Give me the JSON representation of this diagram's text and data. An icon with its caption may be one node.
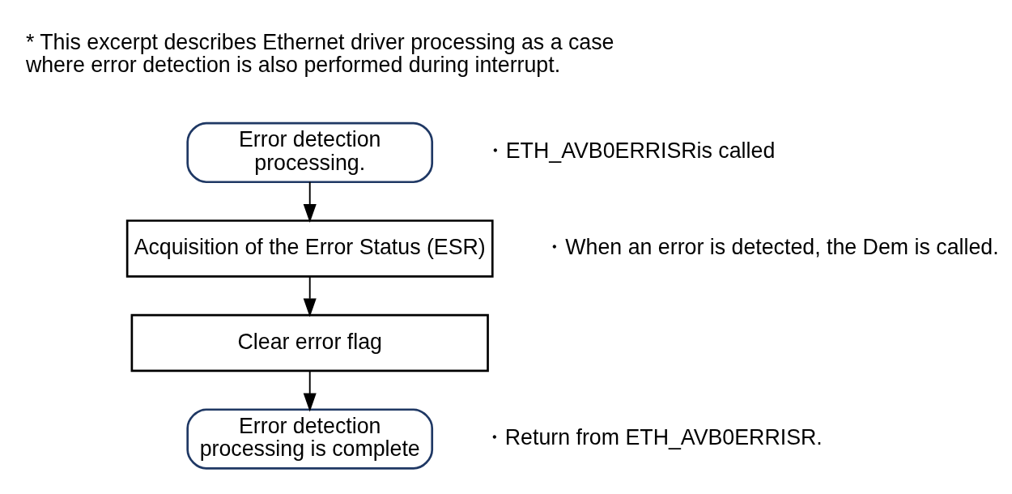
{
  "diagram": {
    "nodes": [
      {
        "text": [
          "Error detection processing."
        ],
        "beside": [
          "・ETH_AVB0ERRISRis called"
        ]
      },
      {
        "text": [
          "Acquisition of the Error Status (ESR)"
        ],
        "beside": [
          "・When an error is detected, the Dem is called."
        ]
      },
      {
        "text": [
          "Clear error flag"
        ]
      },
      {
        "text": [
          "Error detection processing is complete"
        ],
        "beside": [
          "・Return from ETH_AVB0ERRISR."
        ]
      }
    ],
    "edges": [
      {
        "from": 0,
        "to": 1,
        "arrow": "to"
      },
      {
        "from": 1,
        "to": 2,
        "arrow": "to"
      },
      {
        "from": 2,
        "to": 3,
        "arrow": "to"
      }
    ],
    "labels": [
      "* This excerpt describes Ethernet driver processing as a case where error detection is also performed during interrupt."
    ]
  }
}
